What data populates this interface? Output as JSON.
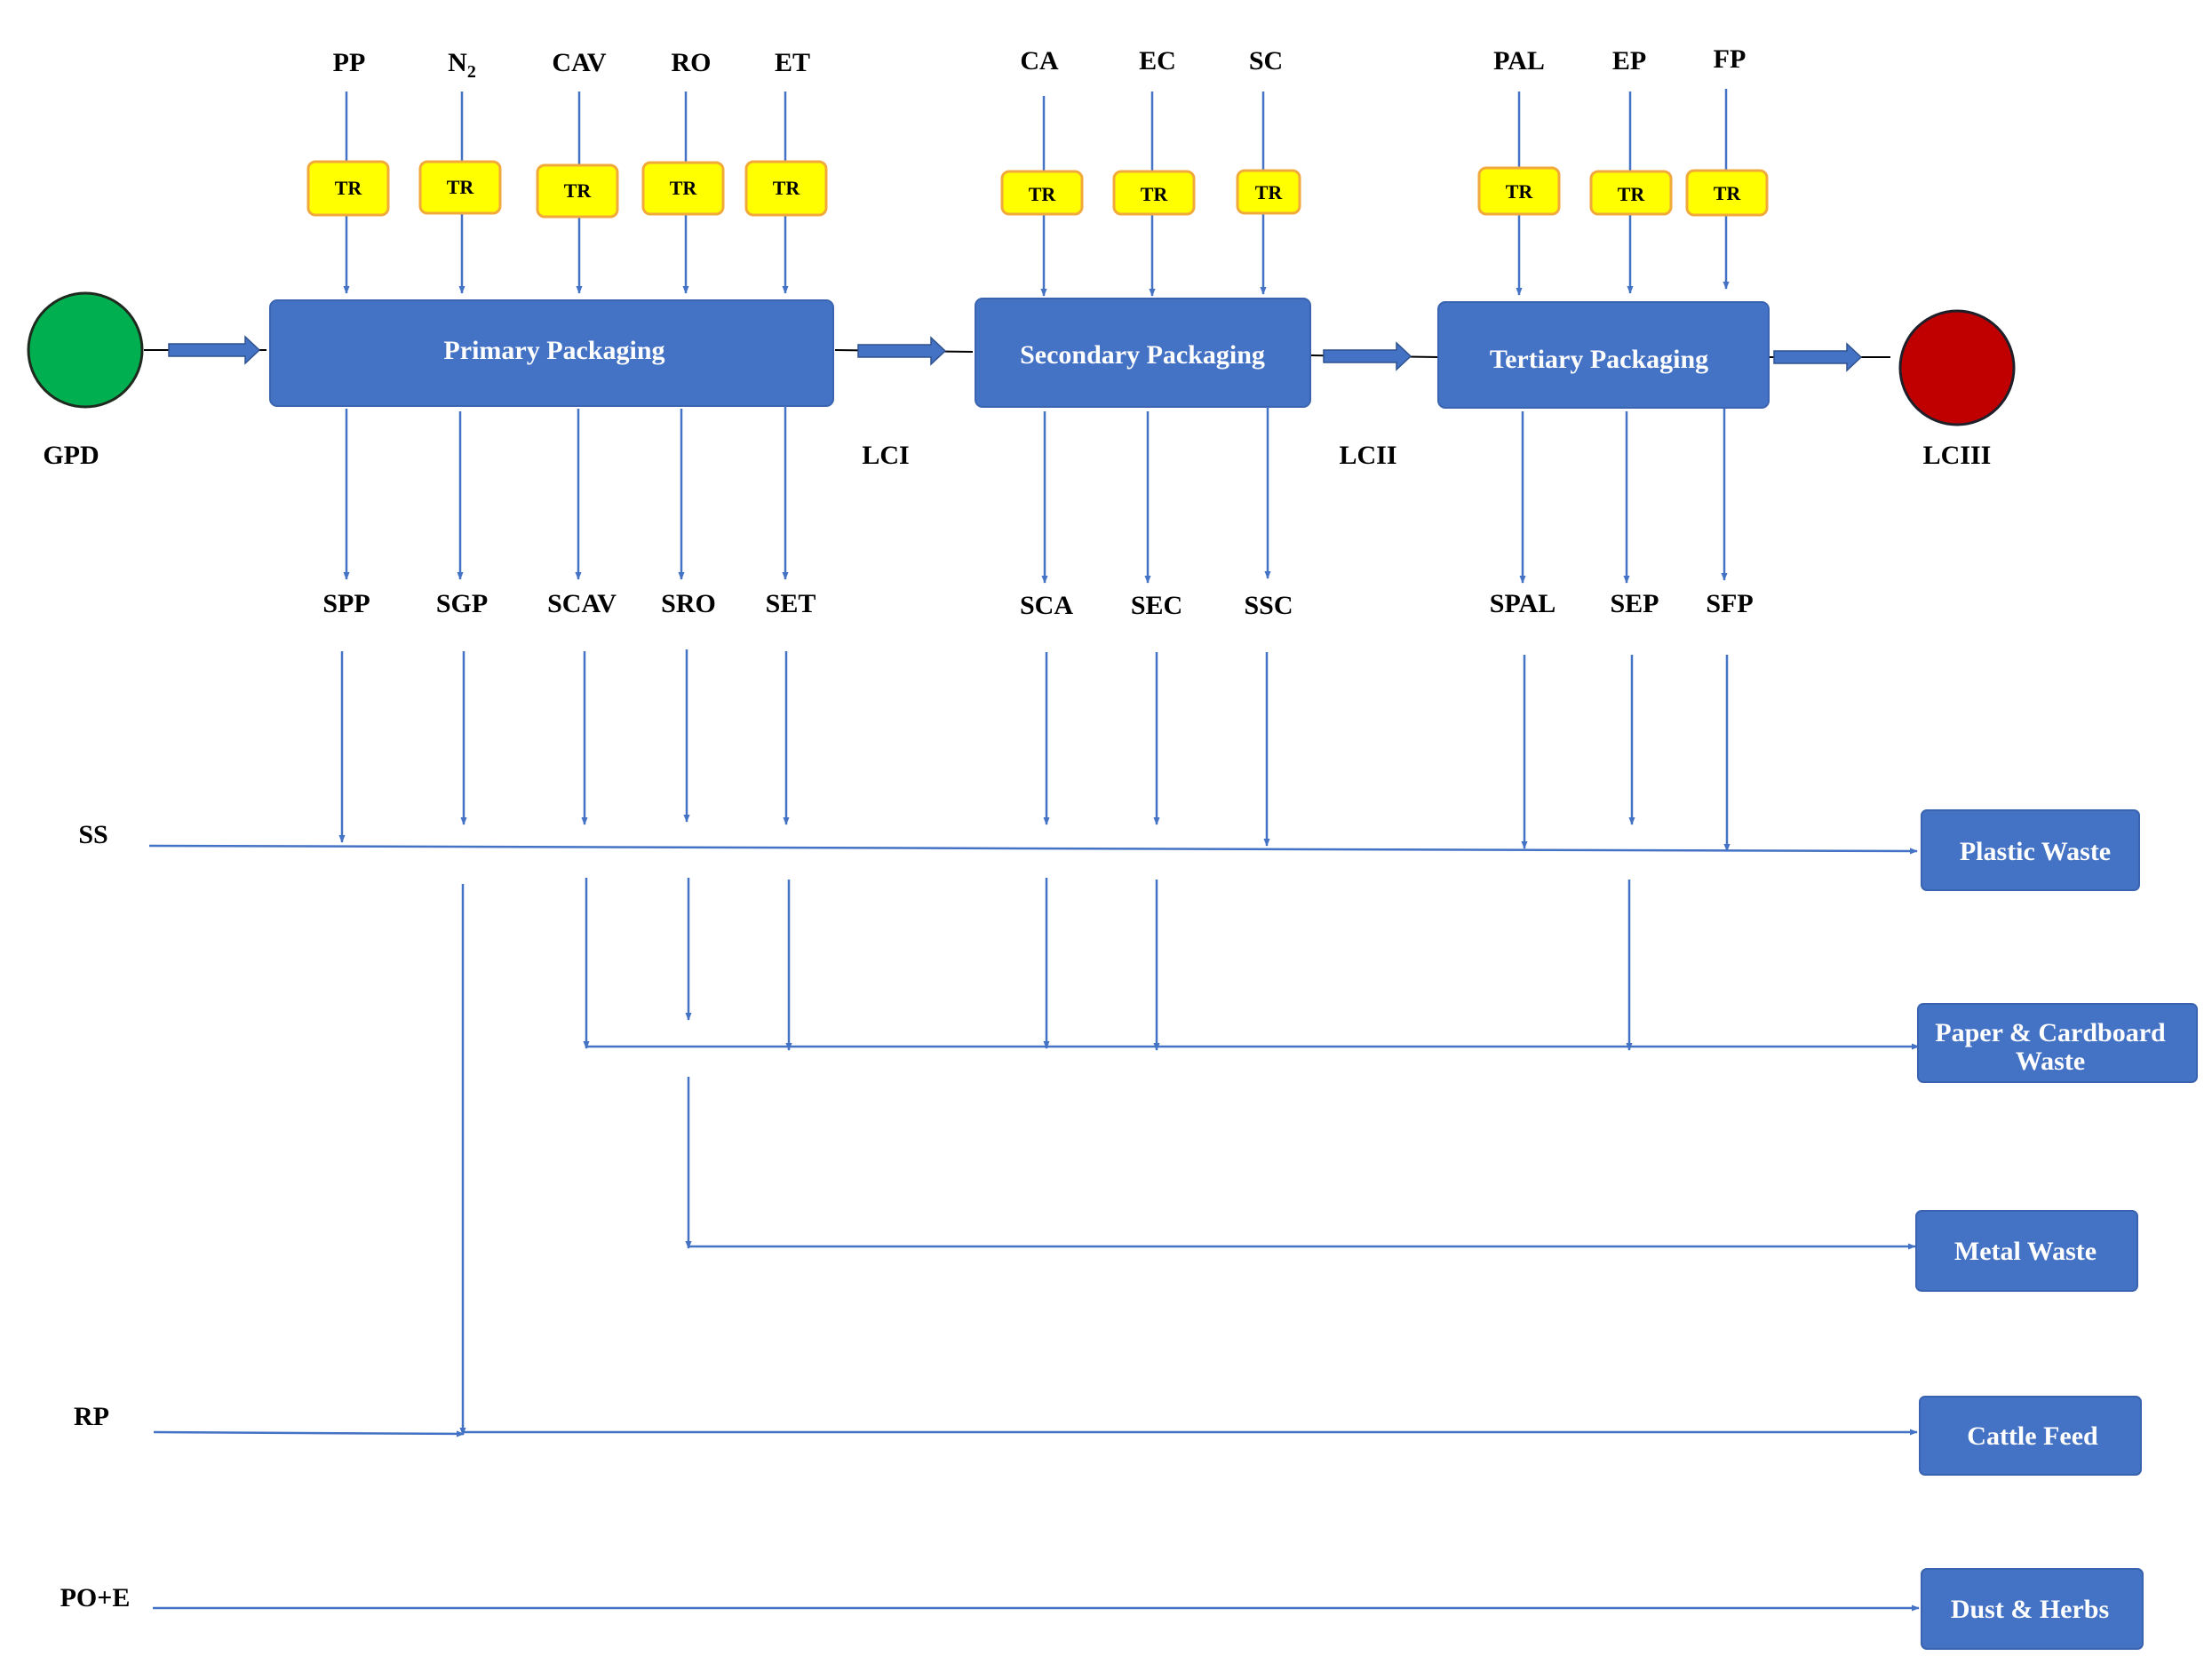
{
  "colors": {
    "stage_fill": "#4472C4",
    "tr_fill": "#FFFF00",
    "tr_stroke": "#F2A93B",
    "start_fill": "#00B050",
    "end_fill": "#C00000",
    "line": "#4472C4"
  },
  "nodes": {
    "start_label": "GPD",
    "end_label": "LCIII"
  },
  "stages": {
    "primary": "Primary Packaging",
    "secondary": "Secondary Packaging",
    "tertiary": "Tertiary Packaging"
  },
  "stage_links": {
    "lci": "LCI",
    "lcii": "LCII"
  },
  "tr_label": "TR",
  "inputs": {
    "pp": "PP",
    "n2_base": "N",
    "n2_sub": "2",
    "cav": "CAV",
    "ro": "RO",
    "et": "ET",
    "ca": "CA",
    "ec": "EC",
    "sc": "SC",
    "pal": "PAL",
    "ep": "EP",
    "fp": "FP"
  },
  "outputs": {
    "spp": "SPP",
    "sgp": "SGP",
    "scav": "SCAV",
    "sro": "SRO",
    "set": "SET",
    "sca": "SCA",
    "sec": "SEC",
    "ssc": "SSC",
    "spal": "SPAL",
    "sep": "SEP",
    "sfp": "SFP"
  },
  "streams": {
    "ss": "SS",
    "rp": "RP",
    "poe": "PO+E"
  },
  "waste": {
    "plastic": "Plastic Waste",
    "paper_line1": "Paper & Cardboard",
    "paper_line2": "Waste",
    "metal": "Metal Waste",
    "cattle": "Cattle Feed",
    "dust": "Dust & Herbs"
  }
}
